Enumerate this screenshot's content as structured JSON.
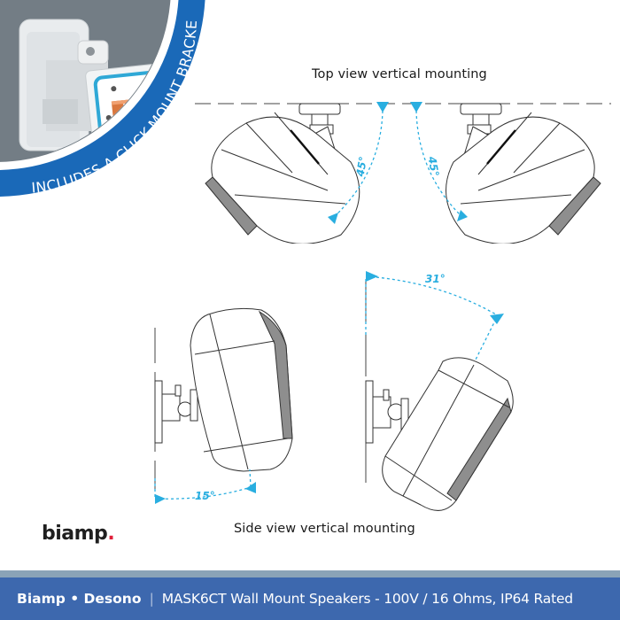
{
  "badge": {
    "text": "INCLUDES A CLICK-MOUNT BRACKET",
    "ring_color": "#1a69b8",
    "bg_color": "#737d85",
    "accent_color": "#2fa8d6"
  },
  "top_view": {
    "caption": "Top view vertical mounting",
    "left_angle": "45°",
    "right_angle": "45°"
  },
  "side_view": {
    "caption": "Side view vertical mounting",
    "left_angle": "15°",
    "right_angle": "31°"
  },
  "logo": {
    "text": "biamp",
    "dot": ".",
    "dot_color": "#e0203a"
  },
  "banner": {
    "brand": "Biamp • Desono",
    "separator": "|",
    "description": "MASK6CT Wall Mount Speakers - 100V / 16 Ohms, IP64 Rated",
    "bg_color": "#3d68ae",
    "stripe_color": "#8aa3b7"
  },
  "dimension_color": "#29aee0"
}
